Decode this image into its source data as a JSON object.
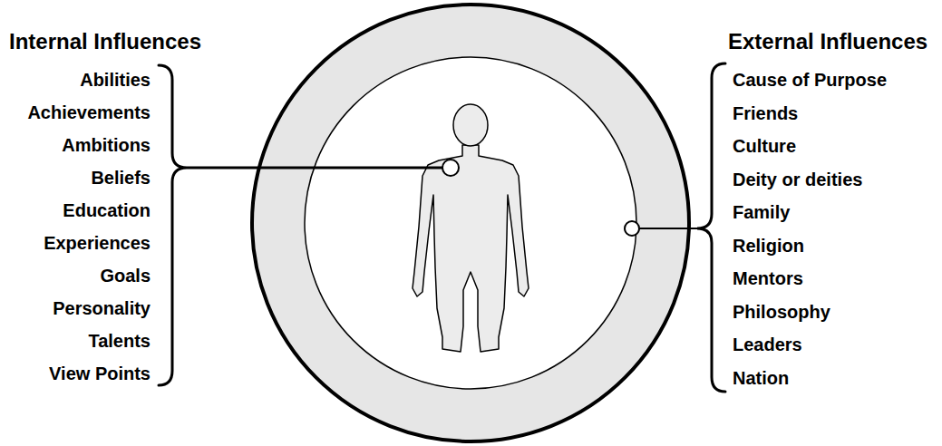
{
  "diagram": {
    "labels": [
      "Internal Influences",
      "Abilities",
      "Achievements",
      "Ambitions",
      "Beliefs",
      "Education",
      "Experiences",
      "Goals",
      "Personality",
      "Talents",
      "View Points",
      "External Influences",
      "Cause of Purpose",
      "Friends",
      "Culture",
      "Deity or deities",
      "Family",
      "Religion",
      "Mentors",
      "Philosophy",
      "Leaders",
      "Nation"
    ]
  }
}
